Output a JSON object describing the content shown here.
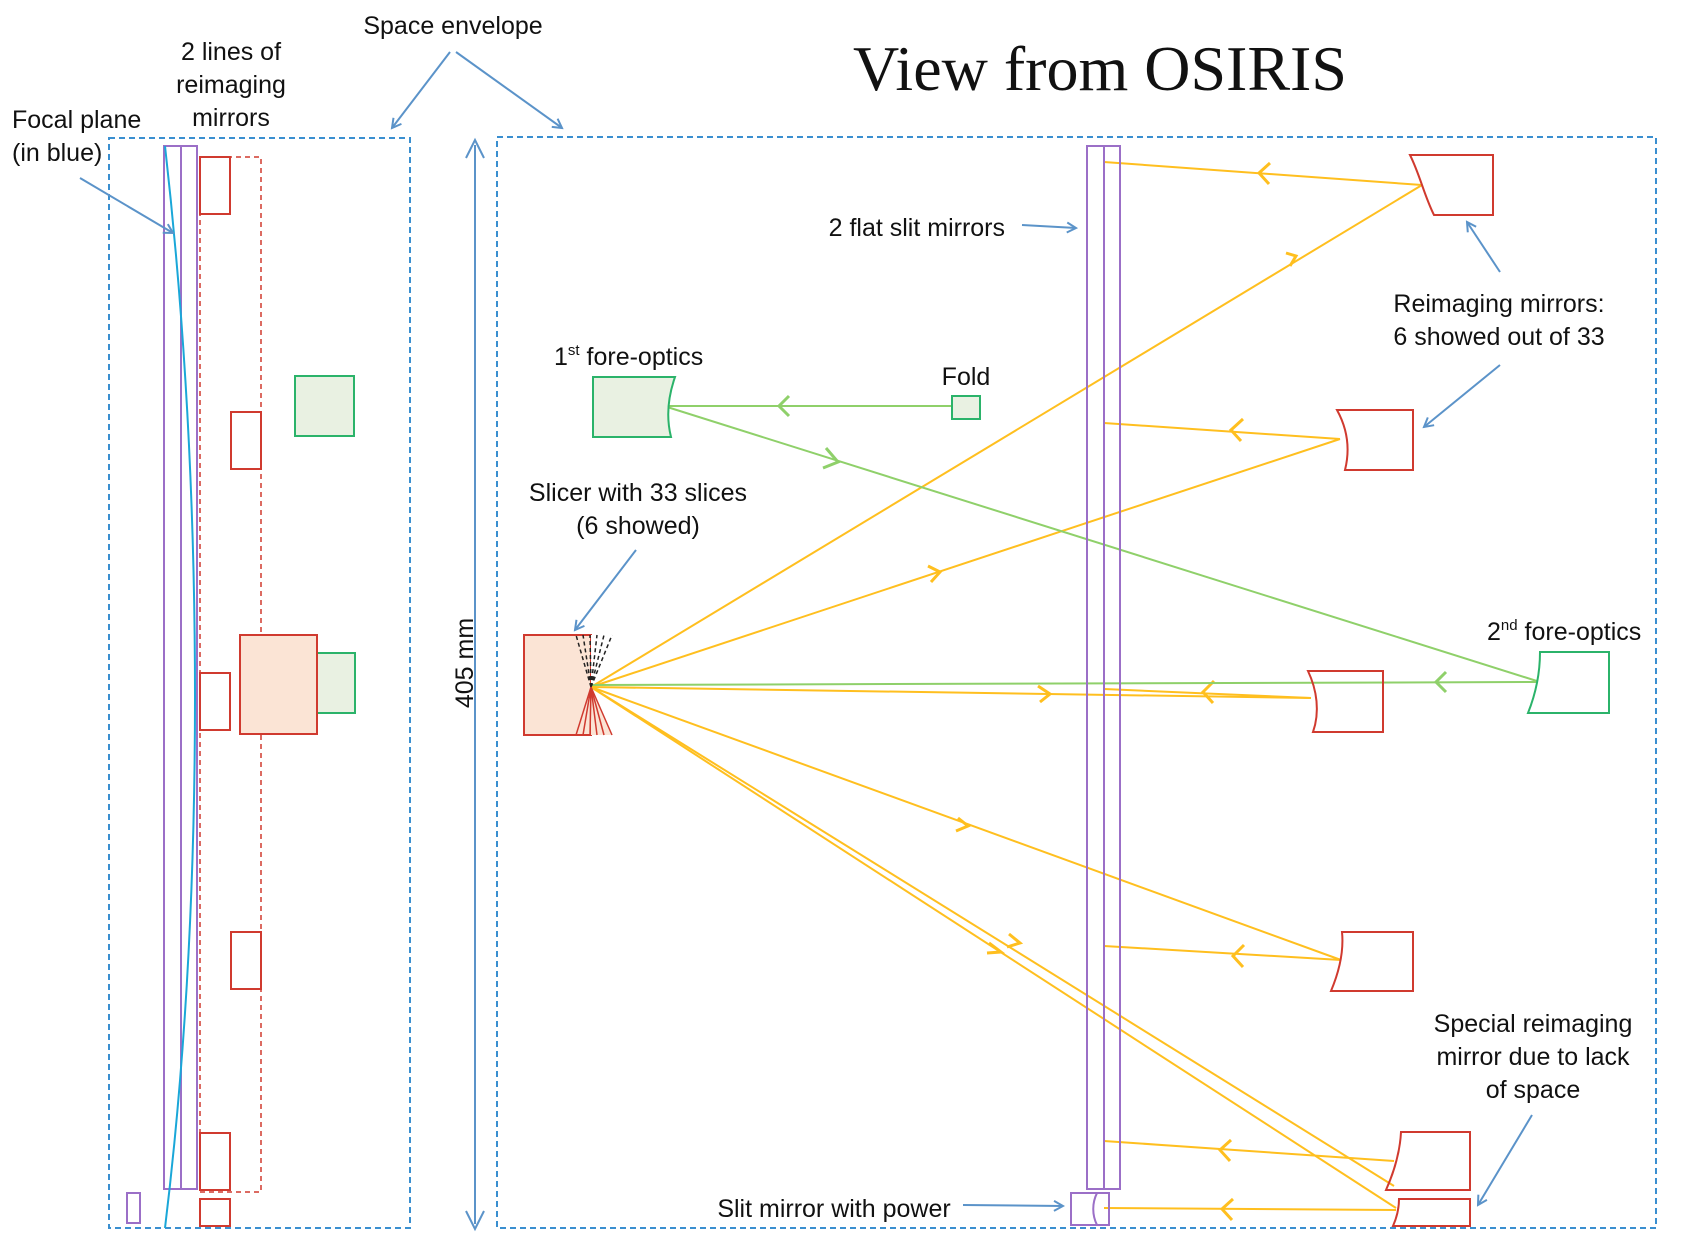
{
  "title": "View from OSIRIS",
  "labels": {
    "space_envelope": "Space envelope",
    "two_lines_1": "2 lines of",
    "two_lines_2": "reimaging",
    "two_lines_3": "mirrors",
    "focal_plane_1": "Focal plane",
    "focal_plane_2": "(in blue)",
    "flat_slit": "2 flat slit mirrors",
    "reimaging_1": "Reimaging mirrors:",
    "reimaging_2": "6 showed out of 33",
    "fore1_num": "1",
    "fore1_sup": "st",
    "fore1_text": " fore-optics",
    "fold": "Fold",
    "slicer_1": "Slicer with 33 slices",
    "slicer_2": "(6 showed)",
    "fore2_num": "2",
    "fore2_sup": "nd",
    "fore2_text": " fore-optics",
    "dimension": "405 mm",
    "special_1": "Special reimaging",
    "special_2": "mirror due to lack",
    "special_3": "of space",
    "slit_power": "Slit mirror with power"
  },
  "colors": {
    "envelope": "#3a8fd0",
    "focal_plane": "#1aa7d8",
    "slit_mirror": "#9b6fc7",
    "reimaging_mirror": "#d03a2f",
    "fore_optics": "#2bb36a",
    "ray_yellow": "#ffbf1f",
    "ray_green": "#8fd06a",
    "pointer": "#5b93c9",
    "slicer_fill": "#fbe4d5",
    "fore_fill": "#e9f1e2"
  },
  "icons": [
    "arrow-pointer",
    "double-headed-dimension-arrow"
  ]
}
